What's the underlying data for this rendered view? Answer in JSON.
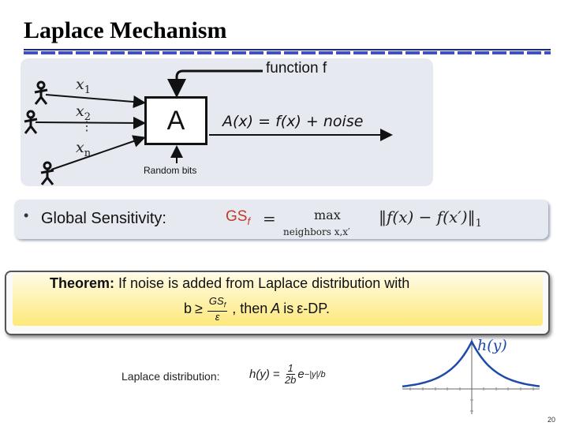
{
  "slide": {
    "title": "Laplace Mechanism",
    "page_number": "20",
    "accent_color": "#3b4fd6"
  },
  "diagram": {
    "inputs": [
      {
        "base": "x",
        "sub": "1"
      },
      {
        "base": "x",
        "sub": "2"
      },
      {
        "base": "x",
        "sub": "n"
      }
    ],
    "ellipsis": "⋮",
    "mechanism_label": "A",
    "function_label": "function f",
    "random_label": "Random bits",
    "output_formula": {
      "lhs": "A(x)",
      "eq": "=",
      "term": "f(x)",
      "plus": "+",
      "noise": "noise"
    },
    "icons": [
      "person-icon",
      "person-icon",
      "person-icon"
    ]
  },
  "sensitivity": {
    "bullet": "•",
    "label": "Global Sensitivity:",
    "gs": "GS",
    "gs_sub": "f",
    "eq": "=",
    "max": "max",
    "max_sub": "neighbors x,x′",
    "norm": "‖f(x) − f(x′)‖",
    "norm_sub": "1",
    "gs_color": "#c0392b"
  },
  "theorem": {
    "heading": "Theorem:",
    "line1": "If noise is added from Laplace distribution with",
    "b": "b",
    "geq": "≥",
    "frac_num": "GS",
    "frac_num_sub": "f",
    "frac_den": "ε",
    "line2_rest": ", then",
    "A": "A",
    "is": "is",
    "eps_dp": "ε-DP."
  },
  "laplace": {
    "label": "Laplace distribution:",
    "lhs": "h(y)",
    "eq": "=",
    "frac_num": "1",
    "frac_den": "2b",
    "e": "e",
    "exponent": "−|y|/b",
    "plot_label": "h(y)",
    "curve_color": "#1f4aa8"
  }
}
